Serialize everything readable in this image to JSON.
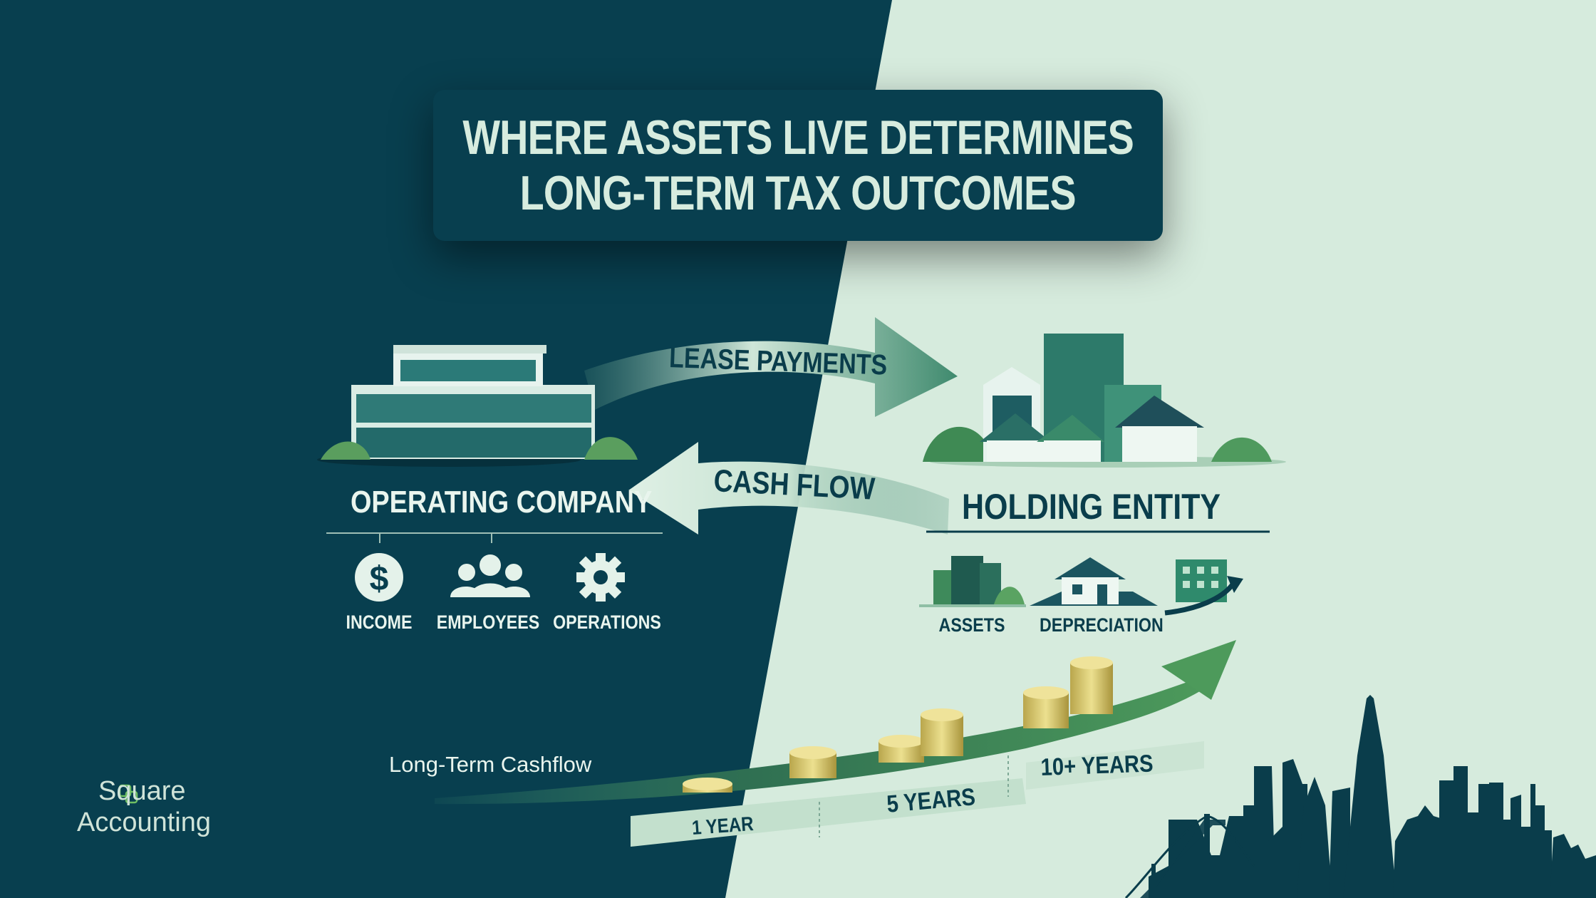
{
  "title": {
    "line1": "WHERE ASSETS LIVE DETERMINES",
    "line2": "LONG-TERM TAX OUTCOMES"
  },
  "flows": {
    "lease_payments": "LEASE PAYMENTS",
    "cash_flow": "CASH FLOW"
  },
  "operating_company": {
    "title": "OPERATING COMPANY",
    "items": [
      {
        "label": "INCOME",
        "icon": "dollar-icon"
      },
      {
        "label": "EMPLOYEES",
        "icon": "people-icon"
      },
      {
        "label": "OPERATIONS",
        "icon": "gear-icon"
      }
    ]
  },
  "holding_entity": {
    "title": "HOLDING ENTITY",
    "items": [
      {
        "label": "ASSETS",
        "icon": "buildings-icon"
      },
      {
        "label": "DEPRECIATION",
        "icon": "house-icon"
      },
      {
        "label": "",
        "icon": "growth-building-icon"
      }
    ]
  },
  "timeline": {
    "caption": "Long-Term Cashflow",
    "years": [
      "1 YEAR",
      "5 YEARS",
      "10+ YEARS"
    ]
  },
  "logo": {
    "line1": "Square",
    "line2": "Accounting"
  },
  "colors": {
    "dark_teal": "#083f4f",
    "mint": "#d6ebdd",
    "green": "#3f8a5a",
    "coin_gold": "#d9c46a"
  }
}
